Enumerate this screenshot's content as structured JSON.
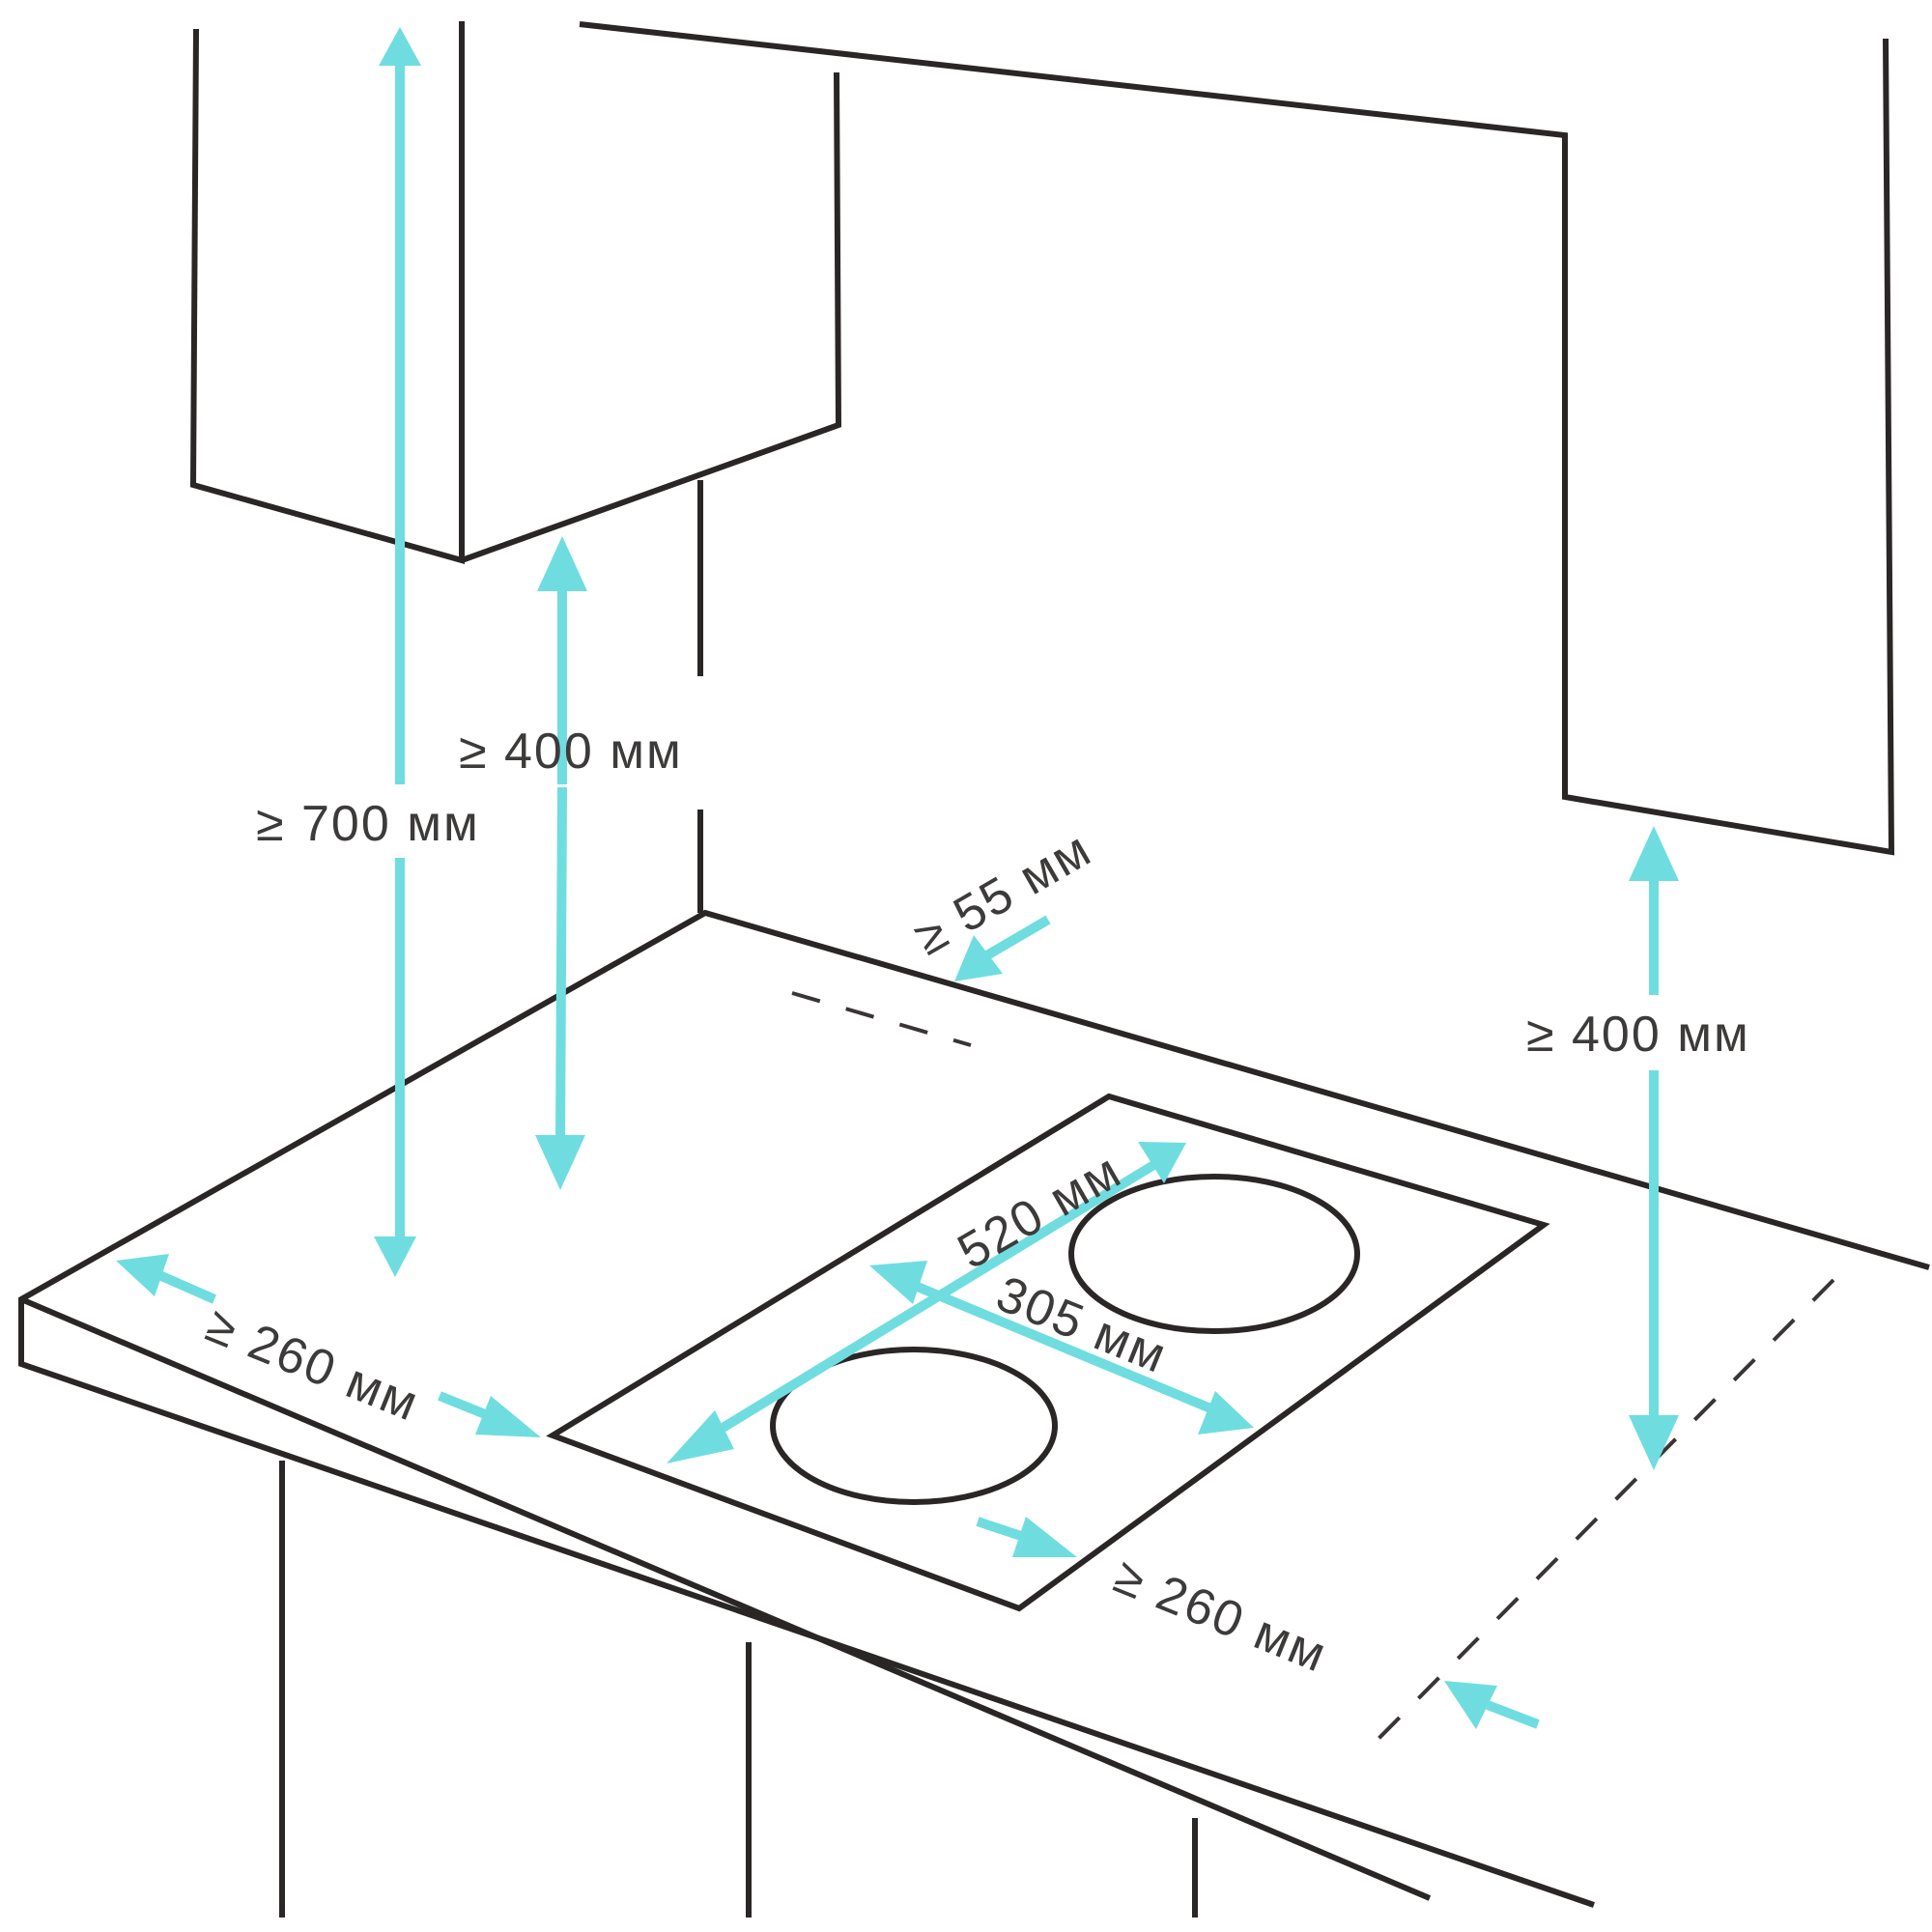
{
  "labels": {
    "top_height": "≥ 700 мм",
    "left_cabinet_clearance": "≥ 400 мм",
    "back_gap": "≥ 55 мм",
    "right_cabinet_clearance": "≥ 400 мм",
    "hob_depth": "520 мм",
    "hob_width": "305 мм",
    "left_side_gap": "≥ 260 мм",
    "right_side_gap": "≥ 260 мм"
  },
  "colors": {
    "outline": "#2b2626",
    "dimension_arrow": "#6fdde0",
    "label_text": "#3d3a3a",
    "background": "#ffffff"
  }
}
